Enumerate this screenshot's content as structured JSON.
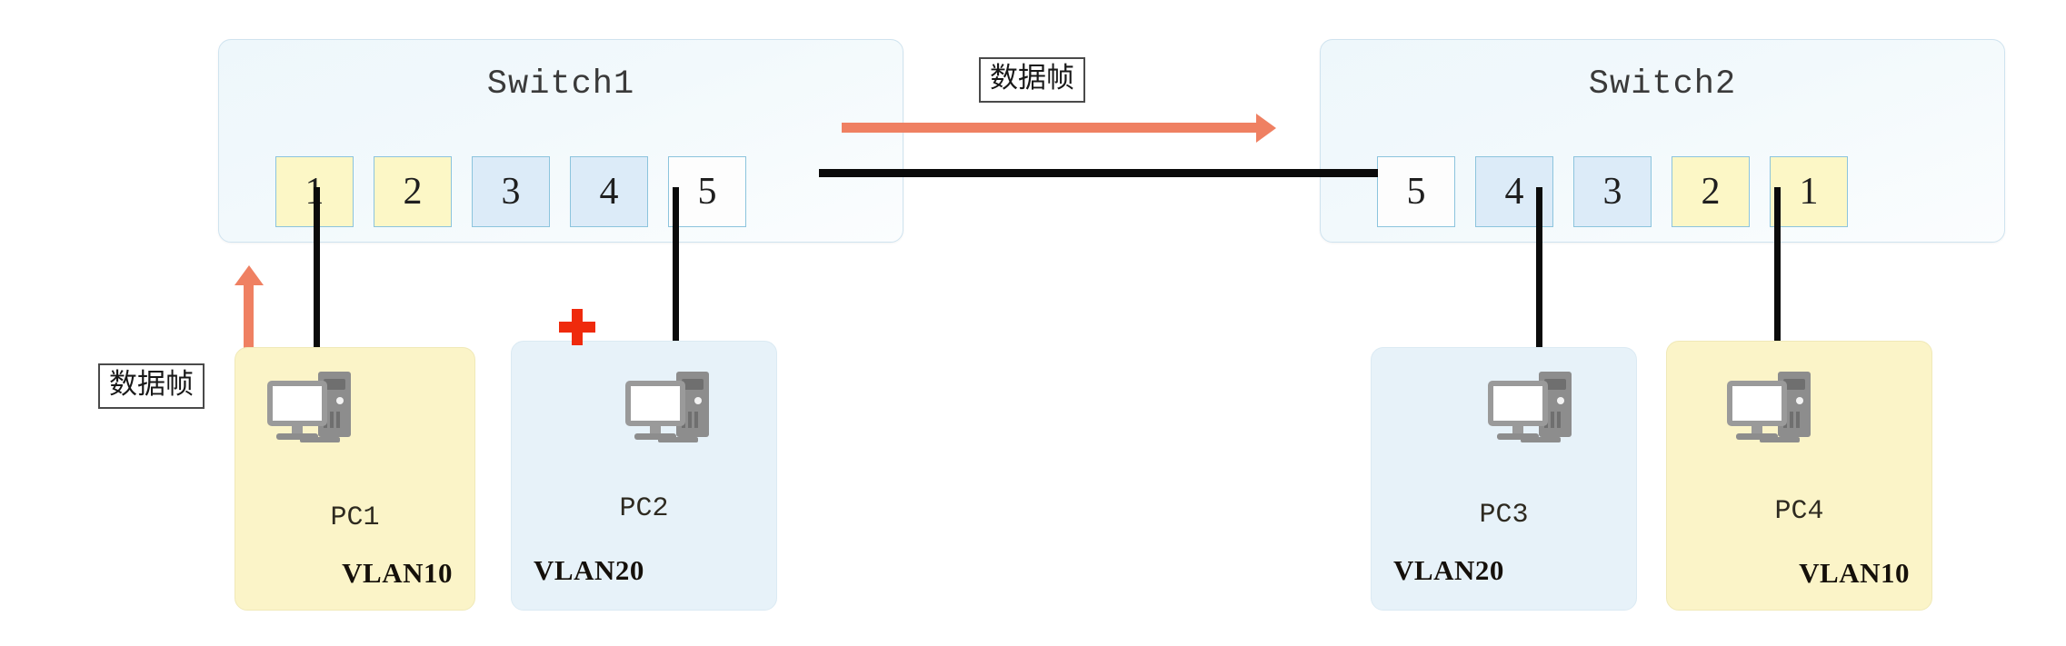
{
  "diagram": {
    "title_font_note": "",
    "colors": {
      "vlan10": "#fcf7c6",
      "vlan20": "#dcebf8",
      "trunk_port": "#fdfdfd",
      "frame_arrow": "#ef8062",
      "link": "#0b0b0b",
      "cross": "#ef2a0c",
      "switch_fill": "#eef7fb",
      "port_border": "#8cc4dd"
    }
  },
  "switches": [
    {
      "name": "Switch1",
      "ports": [
        {
          "label": "1",
          "vlan": "vlan10"
        },
        {
          "label": "2",
          "vlan": "vlan10"
        },
        {
          "label": "3",
          "vlan": "vlan20"
        },
        {
          "label": "4",
          "vlan": "vlan20"
        },
        {
          "label": "5",
          "vlan": "trunk"
        }
      ]
    },
    {
      "name": "Switch2",
      "ports": [
        {
          "label": "5",
          "vlan": "trunk"
        },
        {
          "label": "4",
          "vlan": "vlan20"
        },
        {
          "label": "3",
          "vlan": "vlan20"
        },
        {
          "label": "2",
          "vlan": "vlan10"
        },
        {
          "label": "1",
          "vlan": "vlan10"
        }
      ]
    }
  ],
  "hosts": [
    {
      "name": "PC1",
      "vlan_label": "VLAN10",
      "vlan": "vlan10"
    },
    {
      "name": "PC2",
      "vlan_label": "VLAN20",
      "vlan": "vlan20"
    },
    {
      "name": "PC3",
      "vlan_label": "VLAN20",
      "vlan": "vlan20"
    },
    {
      "name": "PC4",
      "vlan_label": "VLAN10",
      "vlan": "vlan10"
    }
  ],
  "annotations": {
    "frame_top": "数据帧",
    "frame_left": "数据帧"
  }
}
